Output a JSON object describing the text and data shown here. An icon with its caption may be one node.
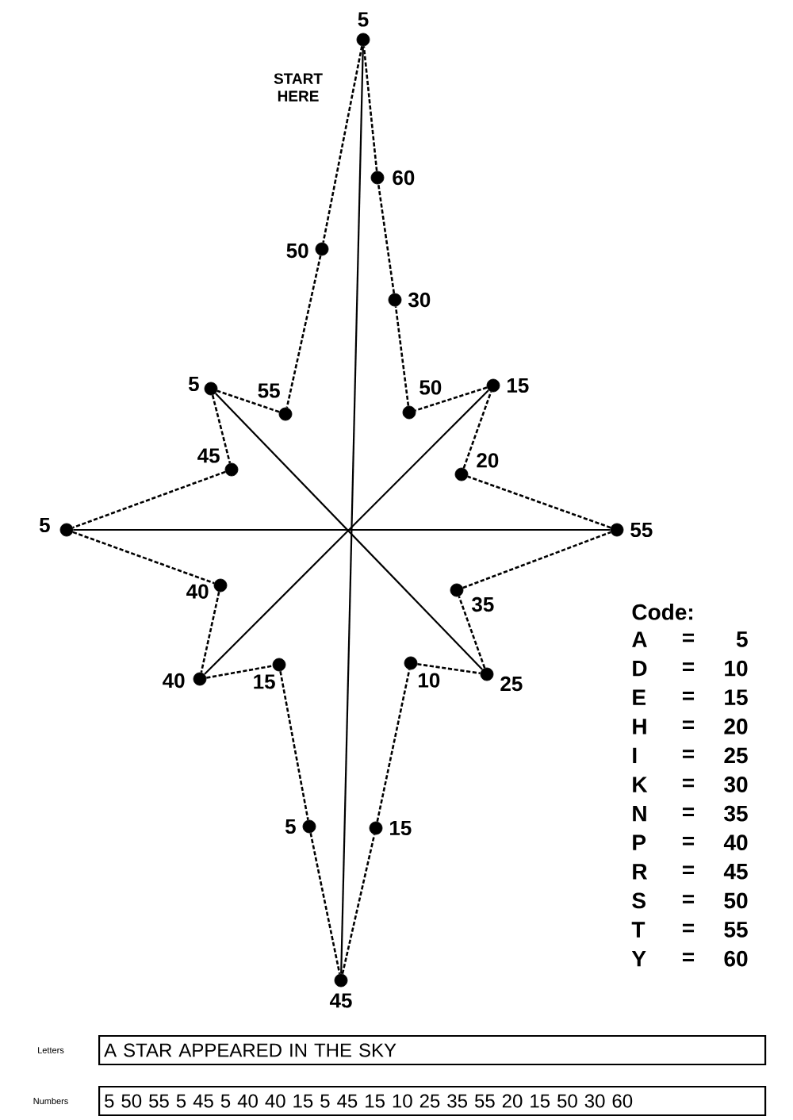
{
  "diagram": {
    "nodes": [
      {
        "text": [],
        "shape": "circle",
        "beside": [
          "5",
          "START HERE"
        ]
      },
      {
        "text": [],
        "shape": "circle",
        "beside": [
          "60"
        ]
      },
      {
        "text": [],
        "shape": "circle",
        "beside": [
          "50"
        ]
      },
      {
        "text": [],
        "shape": "circle",
        "beside": [
          "30"
        ]
      },
      {
        "text": [],
        "shape": "circle",
        "beside": [
          "5"
        ]
      },
      {
        "text": [],
        "shape": "circle",
        "beside": [
          "15"
        ]
      },
      {
        "text": [],
        "shape": "circle",
        "beside": [
          "55"
        ]
      },
      {
        "text": [],
        "shape": "circle",
        "beside": [
          "50"
        ]
      },
      {
        "text": [],
        "shape": "circle",
        "beside": [
          "45"
        ]
      },
      {
        "text": [],
        "shape": "circle",
        "beside": [
          "20"
        ]
      },
      {
        "text": [],
        "shape": "circle",
        "beside": [
          "5"
        ]
      },
      {
        "text": [],
        "shape": "circle",
        "beside": [
          "55"
        ]
      },
      {
        "text": [],
        "shape": "circle",
        "beside": [
          "40"
        ]
      },
      {
        "text": [],
        "shape": "circle",
        "beside": [
          "35"
        ]
      },
      {
        "text": [],
        "shape": "circle",
        "beside": [
          "40"
        ]
      },
      {
        "text": [],
        "shape": "circle",
        "beside": [
          "15"
        ]
      },
      {
        "text": [],
        "shape": "circle",
        "beside": [
          "10"
        ]
      },
      {
        "text": [],
        "shape": "circle",
        "beside": [
          "25"
        ]
      },
      {
        "text": [],
        "shape": "circle",
        "beside": [
          "5"
        ]
      },
      {
        "text": [],
        "shape": "circle",
        "beside": [
          "15"
        ]
      },
      {
        "text": [],
        "shape": "circle",
        "beside": [
          "45"
        ]
      },
      {
        "text": [
          "A STAR APPEARED IN THE SKY"
        ]
      },
      {
        "text": [
          "5 50 55 5 45 5 40 40 15 5 45 15 10 25 35 55 20 15 50 30 60"
        ]
      }
    ],
    "edges": [
      {
        "from": 0,
        "to": 2,
        "arrow": "none",
        "style": "dashed"
      },
      {
        "from": 2,
        "to": 6,
        "arrow": "none",
        "style": "dashed"
      },
      {
        "from": 6,
        "to": 4,
        "arrow": "none",
        "style": "dashed"
      },
      {
        "from": 4,
        "to": 8,
        "arrow": "none",
        "style": "dashed"
      },
      {
        "from": 8,
        "to": 10,
        "arrow": "none",
        "style": "dashed"
      },
      {
        "from": 10,
        "to": 12,
        "arrow": "none",
        "style": "dashed"
      },
      {
        "from": 12,
        "to": 14,
        "arrow": "none",
        "style": "dashed"
      },
      {
        "from": 14,
        "to": 15,
        "arrow": "none",
        "style": "dashed"
      },
      {
        "from": 15,
        "to": 18,
        "arrow": "none",
        "style": "dashed"
      },
      {
        "from": 18,
        "to": 20,
        "arrow": "none",
        "style": "dashed"
      },
      {
        "from": 20,
        "to": 19,
        "arrow": "none",
        "style": "dashed"
      },
      {
        "from": 19,
        "to": 16,
        "arrow": "none",
        "style": "dashed"
      },
      {
        "from": 16,
        "to": 17,
        "arrow": "none",
        "style": "dashed"
      },
      {
        "from": 17,
        "to": 13,
        "arrow": "none",
        "style": "dashed"
      },
      {
        "from": 13,
        "to": 11,
        "arrow": "none",
        "style": "dashed"
      },
      {
        "from": 11,
        "to": 9,
        "arrow": "none",
        "style": "dashed"
      },
      {
        "from": 9,
        "to": 5,
        "arrow": "none",
        "style": "dashed"
      },
      {
        "from": 5,
        "to": 7,
        "arrow": "none",
        "style": "dashed"
      },
      {
        "from": 7,
        "to": 3,
        "arrow": "none",
        "style": "dashed"
      },
      {
        "from": 3,
        "to": 1,
        "arrow": "none",
        "style": "dashed"
      },
      {
        "from": 1,
        "to": 0,
        "arrow": "none",
        "style": "dashed"
      },
      {
        "from": 0,
        "to": 20,
        "arrow": "none"
      },
      {
        "from": 10,
        "to": 11,
        "arrow": "none"
      },
      {
        "from": 4,
        "to": 17,
        "arrow": "none"
      },
      {
        "from": 5,
        "to": 14,
        "arrow": "none"
      }
    ],
    "labels": [
      "Code:",
      "A",
      "=",
      "5",
      "D",
      "=",
      "10",
      "E",
      "=",
      "15",
      "H",
      "=",
      "20",
      "I",
      "=",
      "25",
      "K",
      "=",
      "30",
      "N",
      "=",
      "35",
      "P",
      "=",
      "40",
      "R",
      "=",
      "45",
      "S",
      "=",
      "50",
      "T",
      "=",
      "55",
      "Y",
      "=",
      "60",
      "Letters",
      "Numbers"
    ]
  }
}
